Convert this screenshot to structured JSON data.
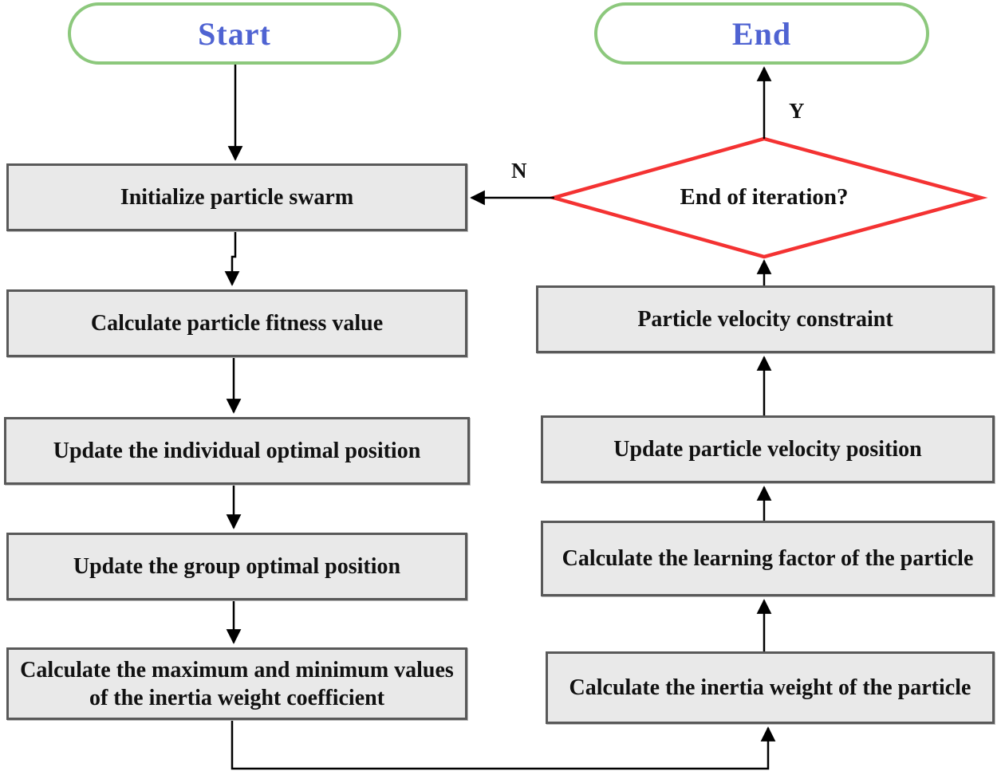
{
  "palette": {
    "terminal_border_green": "#8cc87c",
    "terminal_text_blue": "#4f63d2",
    "decision_border_red": "#f43232",
    "process_fill": "#e9e9e9",
    "process_border": "#595959",
    "arrow_color": "#000000",
    "background": "#ffffff"
  },
  "terminals": {
    "start_label": "Start",
    "end_label": "End"
  },
  "left_column": [
    {
      "label": "Initialize particle swarm"
    },
    {
      "label": "Calculate particle fitness value"
    },
    {
      "label": "Update the individual optimal position"
    },
    {
      "label": "Update the group optimal position"
    },
    {
      "label": "Calculate the maximum and minimum values of the inertia weight coefficient"
    }
  ],
  "right_column": [
    {
      "label": "Particle velocity constraint"
    },
    {
      "label": "Update particle velocity position"
    },
    {
      "label": "Calculate the learning factor of the particle"
    },
    {
      "label": "Calculate the inertia weight of the particle"
    }
  ],
  "decision": {
    "label": "End of iteration?",
    "yes_label": "Y",
    "no_label": "N"
  }
}
